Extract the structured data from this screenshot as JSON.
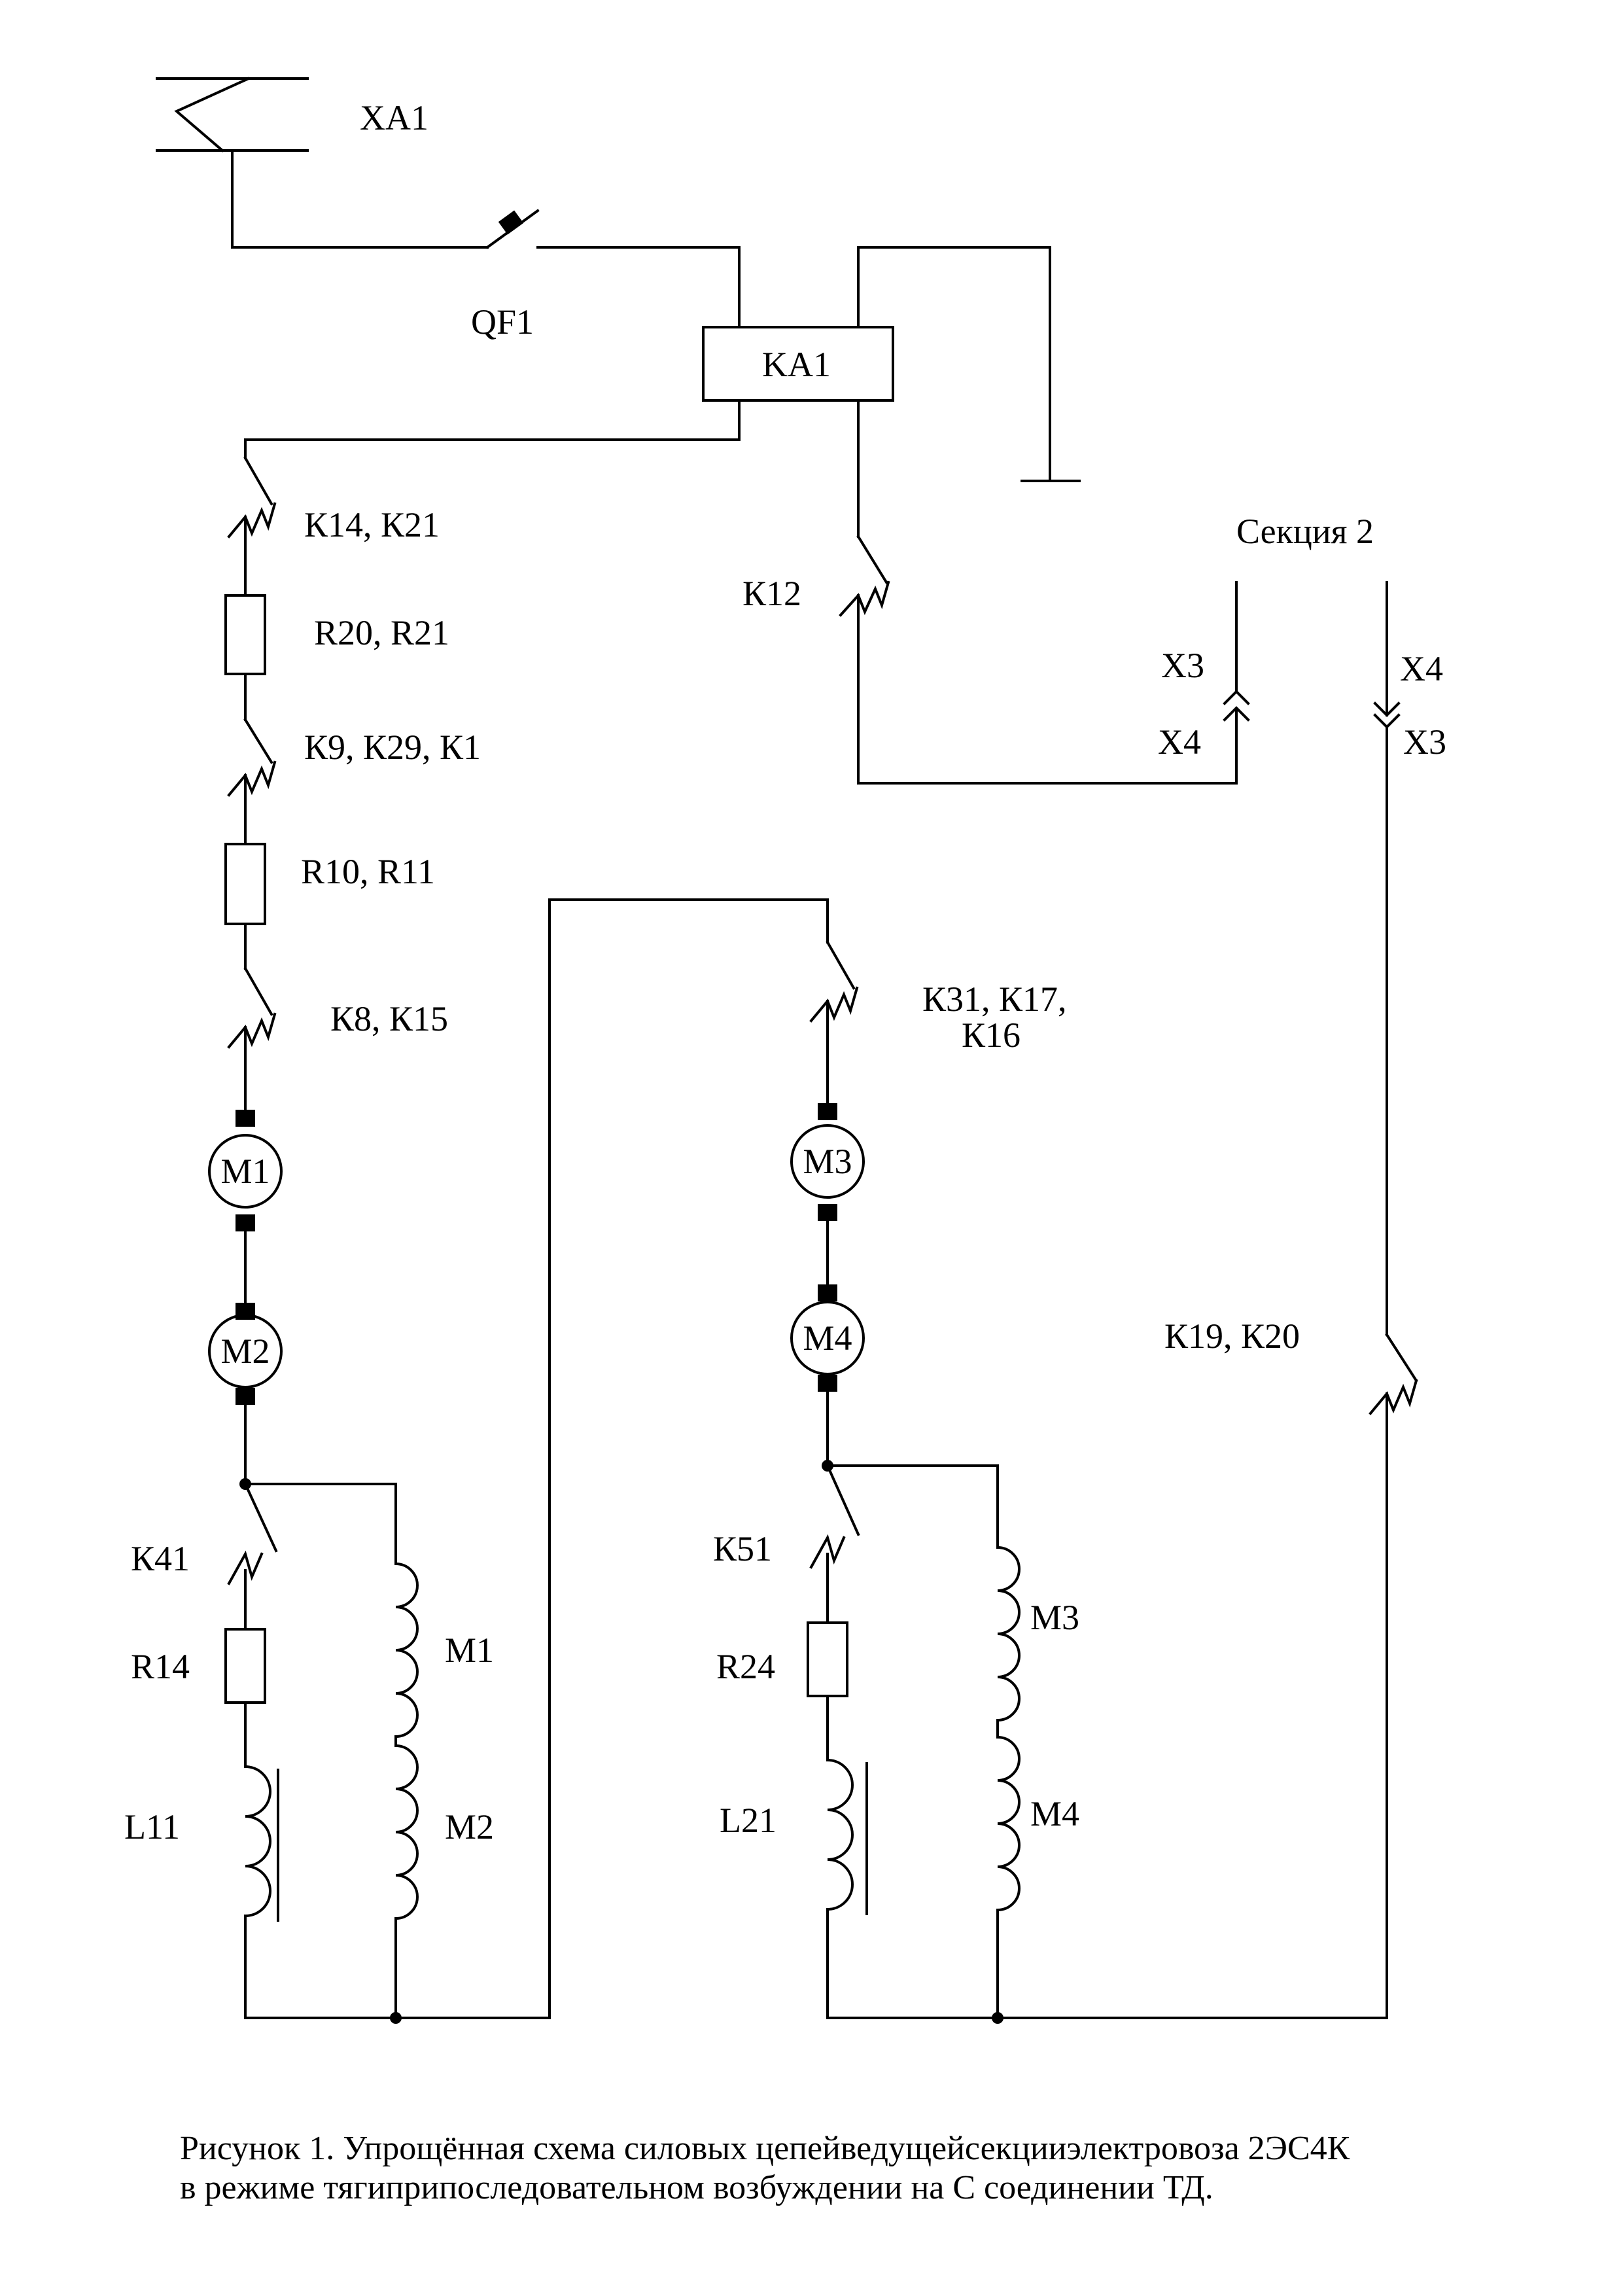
{
  "labels": {
    "xa1": "XA1",
    "qf1": "QF1",
    "ka1": "KA1",
    "k14_k21": "К14, К21",
    "r20_r21": "R20, R21",
    "k9_k29_k1": "К9, К29, К1",
    "r10_r11": "R10, R11",
    "k8_k15": "К8, К15",
    "m1_motor": "M1",
    "m2_motor": "M2",
    "k41": "К41",
    "r14": "R14",
    "l11": "L11",
    "m1_coil": "M1",
    "m2_coil": "M2",
    "k12": "К12",
    "section2": "Секция 2",
    "x3_left": "X3",
    "x4_left": "X4",
    "x4_right": "X4",
    "x3_right": "X3",
    "k31_k17_line1": "К31, К17,",
    "k31_k17_line2": "К16",
    "m3_motor": "M3",
    "m4_motor": "M4",
    "k51": "К51",
    "r24": "R24",
    "l21": "L21",
    "m3_coil": "M3",
    "m4_coil": "M4",
    "k19_k20": "К19, К20"
  },
  "caption": {
    "line1": "Рисунок 1. Упрощённая схема силовых цепейведущейсекцииэлектровоза 2ЭС4К",
    "line2": "в режиме тягиприпоследовательном возбуждении на С соединении ТД."
  }
}
